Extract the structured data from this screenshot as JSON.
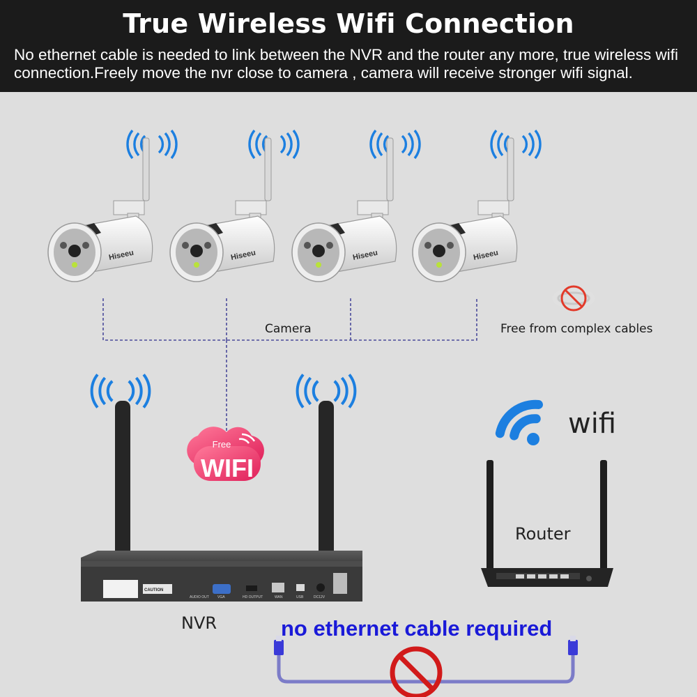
{
  "header": {
    "title": "True Wireless Wifi Connection",
    "subtitle": "No ethernet cable is needed to link between the NVR and the router any more, true wireless wifi connection.Freely move the nvr close to camera , camera will receive stronger wifi signal."
  },
  "cameras": {
    "label": "Camera",
    "brand": "Hiseeu",
    "count": 4
  },
  "cables": {
    "label": "Free from complex cables"
  },
  "badge": {
    "small": "Free",
    "big": "WIFI"
  },
  "wifi_logo": {
    "word": "wifi"
  },
  "router": {
    "label": "Router"
  },
  "nvr": {
    "label": "NVR",
    "ports": [
      "AUDIO OUT",
      "VGA",
      "HD OUTPUT",
      "WAN",
      "USB",
      "DC12V"
    ],
    "caution": "CAUTION"
  },
  "footer": {
    "notice": "no ethernet cable required"
  },
  "colors": {
    "header_bg": "#1b1b1b",
    "signal": "#1c7fe0",
    "notice": "#1a1ad8",
    "forbid": "#d11a1a",
    "dash": "#4a4a9a"
  }
}
